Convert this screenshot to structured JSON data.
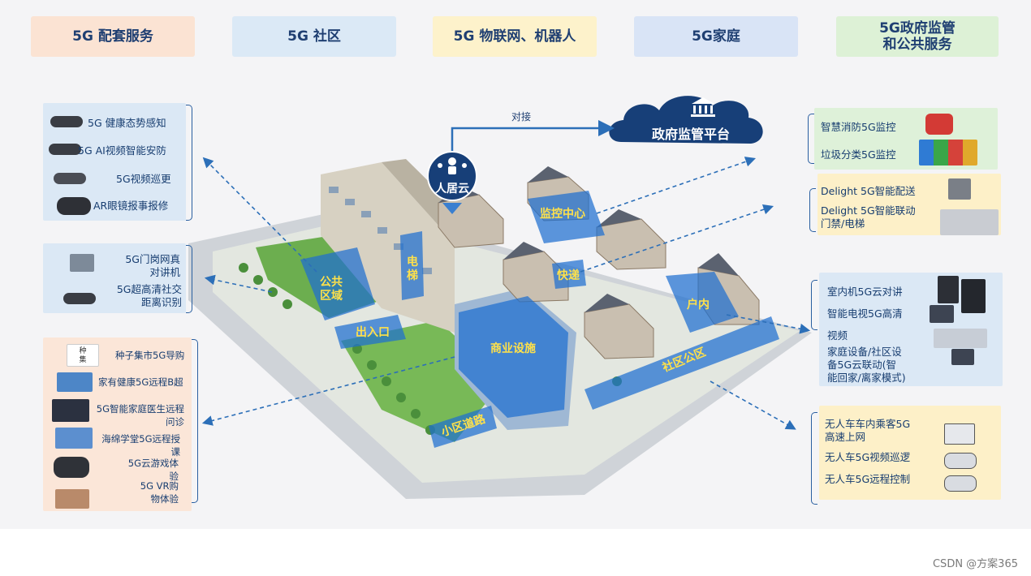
{
  "headers": [
    "5G  配套服务",
    "5G  社区",
    "5G  物联网、机器人",
    "5G家庭",
    "5G政府监管\n和公共服务"
  ],
  "center": {
    "cloud_label": "人居云",
    "gov_platform": "政府监管平台",
    "link_label": "对接",
    "zones": {
      "public_area": "公共\n区域",
      "elevator": "电\n梯",
      "entrance": "出入口",
      "monitor": "监控中心",
      "express": "快递",
      "household": "户内",
      "commerce": "商业设施",
      "park": "社区公区",
      "road": "小区道路"
    }
  },
  "left": {
    "security": [
      "5G  健康态势感知",
      "5G  AI视频智能安防",
      "5G视频巡更",
      "AR眼镜报事报修"
    ],
    "access": [
      "5G门岗网真\n对讲机",
      "5G超高清社交\n距离识别"
    ],
    "services": [
      "种子集市5G导购",
      "家有健康5G远程B超",
      "5G智能家庭医生远程\n问诊",
      "海绵学堂5G远程授\n课",
      "5G云游戏体\n验",
      "5G  VR购\n物体验"
    ],
    "seed_logo_text": "种\n集"
  },
  "right": {
    "gov": [
      "智慧消防5G监控",
      "垃圾分类5G监控"
    ],
    "robot": [
      "Delight  5G智能配送",
      "Delight  5G智能联动\n门禁/电梯"
    ],
    "home": [
      "室内机5G云对讲",
      "智能电视5G高清",
      "视频",
      "家庭设备/社区设\n备5G云联动(智\n能回家/离家模式)"
    ],
    "vehicle": [
      "无人车车内乘客5G\n高速上网",
      "无人车5G视频巡逻",
      "无人车5G远程控制"
    ]
  },
  "watermark": "CSDN @方案365",
  "colors": {
    "header_bgs": [
      "#fbe3d3",
      "#dbe9f6",
      "#fdf2cb",
      "#d9e4f6",
      "#ddf1d6"
    ],
    "zone_blue": "#1f6fd0",
    "arrow_blue": "#2c6fb8",
    "cloud_navy": "#173f78"
  }
}
